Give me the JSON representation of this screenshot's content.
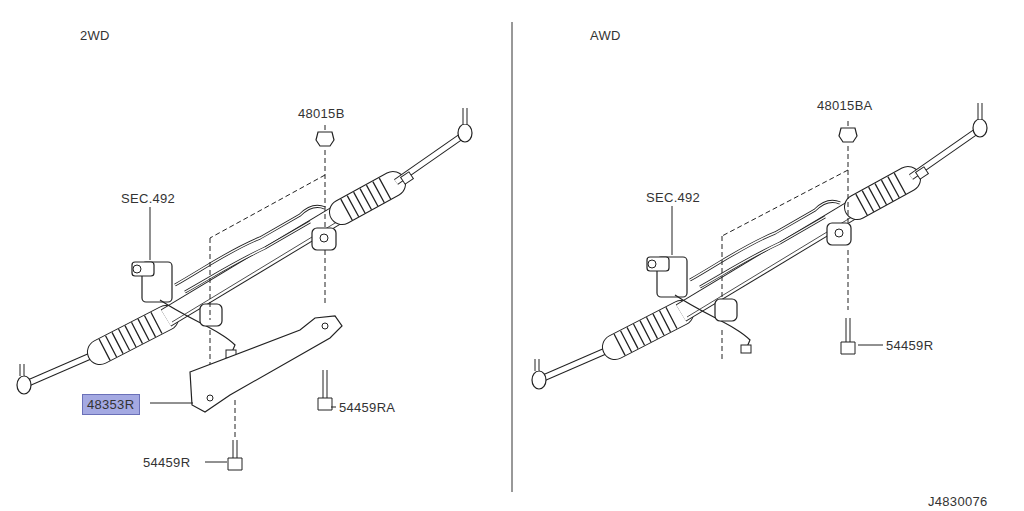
{
  "diagram": {
    "nodes": [
      {
        "text": [
          "48353R"
        ]
      }
    ],
    "labels": [
      "2WD",
      "AWD",
      "48015B",
      "48015BA",
      "SEC.492",
      "SEC.492",
      "54459RA",
      "54459R",
      "54459R",
      "J4830076"
    ]
  }
}
